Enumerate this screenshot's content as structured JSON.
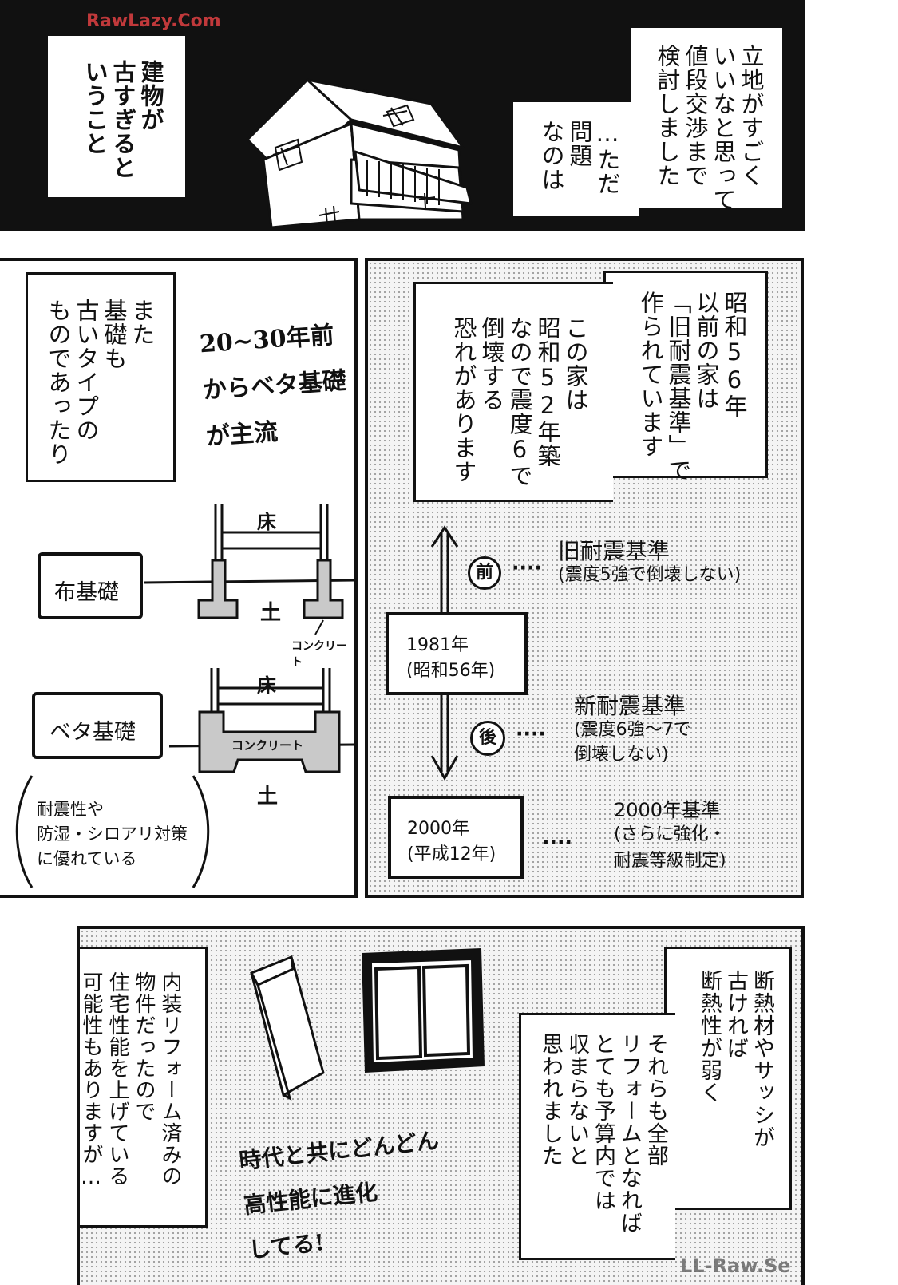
{
  "watermark_top": "RawLazy.Com",
  "watermark_bottom": "LL-Raw.Se",
  "panel1": {
    "caption_left": "建物が\n古すぎると\nいうこと",
    "caption_right_1": "立地がすごく\nいいなと思って\n値段交渉まで\n検討しました",
    "caption_right_2": "…ただ\n問題\nなのは"
  },
  "panel2": {
    "caption": "また\n基礎も\n古いタイプの\nものであったり",
    "handwritten_note": "20~30年前\nからベタ基礎\nが主流",
    "nuno": {
      "label": "布基礎",
      "floor": "床",
      "soil": "土",
      "concrete": "コンクリート"
    },
    "beta": {
      "label": "ベタ基礎",
      "floor": "床",
      "soil": "土",
      "concrete": "コンクリート",
      "note": "耐震性や\n防湿・シロアリ対策\nに優れている"
    }
  },
  "panel3": {
    "caption_1": "昭和56年\n以前の家は\n「旧耐震基準」で\n作られています",
    "caption_2": "この家は\n昭和52年築\nなので震度6で\n倒壊する\n恐れがあります",
    "old_std_badge": "前",
    "old_std_title": "旧耐震基準",
    "old_std_desc": "(震度5強で倒壊しない)",
    "year_1981": "1981年\n(昭和56年)",
    "new_std_badge": "後",
    "new_std_title": "新耐震基準",
    "new_std_desc": "(震度6強～7で\n倒壊しない)",
    "year_2000": "2000年\n(平成12年)",
    "std_2000_title": "2000年基準",
    "std_2000_desc": "(さらに強化・\n耐震等級制定)",
    "dots": "····"
  },
  "panel4": {
    "caption_left": "内装リフォーム済みの\n物件だったので\n住宅性能を上げている\n可能性もありますが…",
    "caption_right_1": "断熱材やサッシが\n古ければ\n断熱性が弱く",
    "caption_right_2": "それらも全部\nリフォームとなれば\nとても予算内では\n収まらないと\n思われました",
    "handwritten": "時代と共にどんどん\n高性能に進化\nしてる!"
  }
}
